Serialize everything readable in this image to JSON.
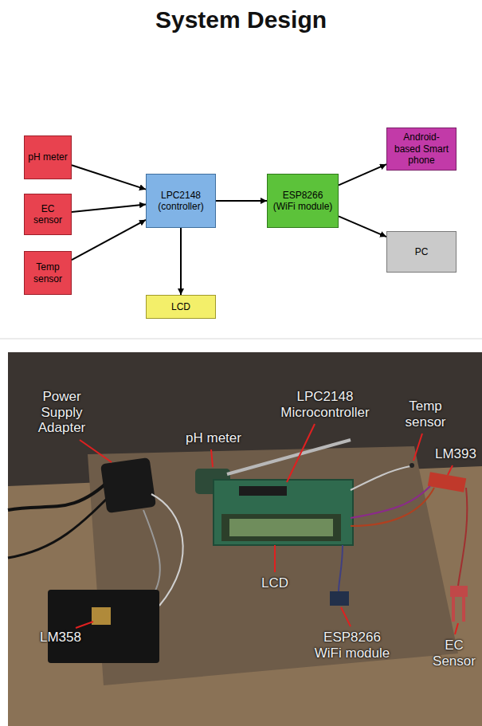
{
  "diagram": {
    "title": "System Design",
    "nodes": [
      {
        "text": [
          "pH meter"
        ]
      },
      {
        "text": [
          "EC sensor"
        ]
      },
      {
        "text": [
          "Temp sensor"
        ]
      },
      {
        "text": [
          "LPC2148 (controller)"
        ]
      },
      {
        "text": [
          "LCD"
        ]
      },
      {
        "text": [
          "ESP8266 (WiFi module)"
        ]
      },
      {
        "text": [
          "Android-based Smart phone"
        ]
      },
      {
        "text": [
          "PC"
        ]
      }
    ],
    "edges": [
      {
        "from": 0,
        "to": 3,
        "arrow": "to"
      },
      {
        "from": 1,
        "to": 3,
        "arrow": "to"
      },
      {
        "from": 2,
        "to": 3,
        "arrow": "to"
      },
      {
        "from": 3,
        "to": 4,
        "arrow": "to"
      },
      {
        "from": 3,
        "to": 5,
        "arrow": "to"
      },
      {
        "from": 5,
        "to": 6,
        "arrow": "to"
      },
      {
        "from": 5,
        "to": 7,
        "arrow": "to"
      }
    ],
    "labels": [
      "Power Supply Adapter",
      "pH meter",
      "LPC2148 Microcontroller",
      "Temp sensor",
      "LM393",
      "LCD",
      "ESP8266 WiFi module",
      "EC Sensor",
      "LM358"
    ]
  }
}
